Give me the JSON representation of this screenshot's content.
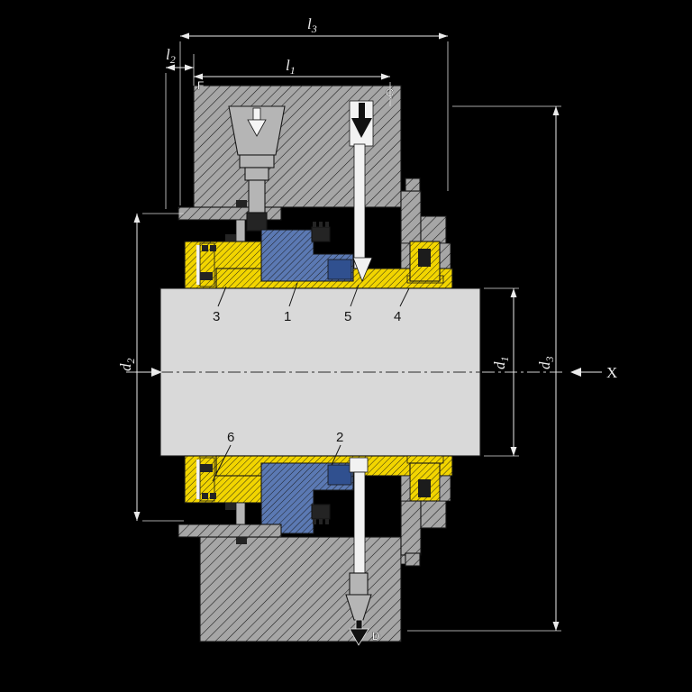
{
  "colors": {
    "background": "#000000",
    "housing_gray": "#a6a6a6",
    "mid_gray": "#b5b5b5",
    "shaft": "#d9d9d9",
    "yellow": "#f2d500",
    "blue": "#5b79b3",
    "blue_dark": "#30508f",
    "dark_part": "#242424",
    "dimension_line": "#ebebeb",
    "channel_white": "#f2f2f2"
  },
  "dimensions": {
    "l1": {
      "base": "l",
      "sub": "1"
    },
    "l2": {
      "base": "l",
      "sub": "2"
    },
    "l3": {
      "base": "l",
      "sub": "3"
    },
    "d1": {
      "base": "d",
      "sub": "1"
    },
    "d2": {
      "base": "d",
      "sub": "2"
    },
    "d3": {
      "base": "d",
      "sub": "3"
    },
    "view": "X"
  },
  "ports": {
    "flush": "F",
    "quench": "Q",
    "drain": "D"
  },
  "part_numbers": {
    "p1": "1",
    "p2": "2",
    "p3": "3",
    "p4": "4",
    "p5": "5",
    "p6": "6"
  }
}
